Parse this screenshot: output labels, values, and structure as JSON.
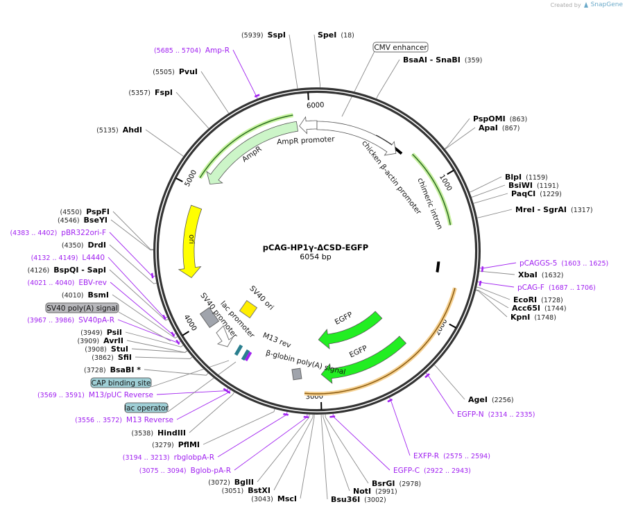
{
  "header": {
    "credit_prefix": "Created by",
    "credit_brand": "SnapGene",
    "logo_icon": "snapgene-logo-icon"
  },
  "map": {
    "name": "pCAG-HP1γ-ΔCSD-EGFP",
    "length_label": "6054 bp",
    "length": 6054,
    "ticks": [
      {
        "pos": 1000,
        "label": "1000"
      },
      {
        "pos": 2000,
        "label": "2000"
      },
      {
        "pos": 3000,
        "label": "3000"
      },
      {
        "pos": 4000,
        "label": "4000"
      },
      {
        "pos": 5000,
        "label": "5000"
      },
      {
        "pos": 6000,
        "label": "6000"
      }
    ]
  },
  "sites": [
    {
      "name": "SspI",
      "pos": 5939
    },
    {
      "name": "SpeI",
      "pos": 18
    },
    {
      "name": "BsaAI  - SnaBI",
      "pos": 359
    },
    {
      "name": "PspOMI",
      "pos": 863
    },
    {
      "name": "ApaI",
      "pos": 867
    },
    {
      "name": "BlpI",
      "pos": 1159
    },
    {
      "name": "BsiWI",
      "pos": 1191
    },
    {
      "name": "PaqCI",
      "pos": 1229
    },
    {
      "name": "MreI  - SgrAI",
      "pos": 1317
    },
    {
      "name": "XbaI",
      "pos": 1632
    },
    {
      "name": "EcoRI",
      "pos": 1728
    },
    {
      "name": "Acc65I",
      "pos": 1744
    },
    {
      "name": "KpnI",
      "pos": 1748
    },
    {
      "name": "AgeI",
      "pos": 2256
    },
    {
      "name": "BsrGI",
      "pos": 2978
    },
    {
      "name": "NotI",
      "pos": 2991
    },
    {
      "name": "Bsu36I",
      "pos": 3002
    },
    {
      "name": "MscI",
      "pos": 3043
    },
    {
      "name": "BstXI",
      "pos": 3051
    },
    {
      "name": "BglII",
      "pos": 3072
    },
    {
      "name": "PflMI",
      "pos": 3279
    },
    {
      "name": "HindIII",
      "pos": 3538
    },
    {
      "name": "BsaBI *",
      "pos": 3728
    },
    {
      "name": "SfiI",
      "pos": 3862
    },
    {
      "name": "StuI",
      "pos": 3908
    },
    {
      "name": "AvrII",
      "pos": 3909
    },
    {
      "name": "PsiI",
      "pos": 3949
    },
    {
      "name": "BsmI",
      "pos": 4010
    },
    {
      "name": "BspQI  - SapI",
      "pos": 4126
    },
    {
      "name": "DrdI",
      "pos": 4350
    },
    {
      "name": "BseYI",
      "pos": 4546
    },
    {
      "name": "PspFI",
      "pos": 4550
    },
    {
      "name": "AhdI",
      "pos": 5135
    },
    {
      "name": "FspI",
      "pos": 5357
    },
    {
      "name": "PvuI",
      "pos": 5505
    }
  ],
  "primers": [
    {
      "name": "Amp-R",
      "range": "5685 .. 5704"
    },
    {
      "name": "pCAGGS-5",
      "range": "1603 .. 1625"
    },
    {
      "name": "pCAG-F",
      "range": "1687 .. 1706"
    },
    {
      "name": "EGFP-N",
      "range": "2314 .. 2335"
    },
    {
      "name": "EXFP-R",
      "range": "2575 .. 2594"
    },
    {
      "name": "EGFP-C",
      "range": "2922 .. 2943"
    },
    {
      "name": "Bglob-pA-R",
      "range": "3075 .. 3094"
    },
    {
      "name": "rbglobpA-R",
      "range": "3194 .. 3213"
    },
    {
      "name": "M13 Reverse",
      "range": "3556 .. 3572"
    },
    {
      "name": "M13/pUC Reverse",
      "range": "3569 .. 3591"
    },
    {
      "name": "SV40pA-R",
      "range": "3967 .. 3986"
    },
    {
      "name": "EBV-rev",
      "range": "4021 .. 4040"
    },
    {
      "name": "L4440",
      "range": "4132 .. 4149"
    },
    {
      "name": "pBR322ori-F",
      "range": "4383 .. 4402"
    }
  ],
  "boxed_features": [
    {
      "name": "CMV enhancer",
      "fill": "#ffffff"
    },
    {
      "name": "SV40 poly(A) signal",
      "fill": "#b8b8bc"
    },
    {
      "name": "CAP binding site",
      "fill": "#9fcfd6"
    },
    {
      "name": "lac operator",
      "fill": "#9fcfd6"
    }
  ],
  "features": [
    {
      "name": "AmpR promoter",
      "color": "#ffffff"
    },
    {
      "name": "AmpR",
      "color": "#ccf5c8"
    },
    {
      "name": "chicken β-actin promoter",
      "color": "#ffffff"
    },
    {
      "name": "chimeric intron",
      "color": "#c8f0a0"
    },
    {
      "name": "ori",
      "color": "#ffff00"
    },
    {
      "name": "EGFP",
      "color": "#22ee22"
    },
    {
      "name": "EGFP",
      "color": "#22ee22"
    },
    {
      "name": "SV40 ori",
      "color": "#ffee00"
    },
    {
      "name": "lac promoter",
      "color": "#ffffff"
    },
    {
      "name": "SV40 promoter",
      "color": "#a0a4ac"
    },
    {
      "name": "M13 rev",
      "color": "#2a7f8f"
    },
    {
      "name": "β-globin poly(A) signal",
      "color": "#a0a4ac"
    }
  ],
  "colors": {
    "primer": "#a020f0",
    "backbone": "#333333",
    "site_line": "#888888",
    "orf_outline": "#e8a040"
  }
}
